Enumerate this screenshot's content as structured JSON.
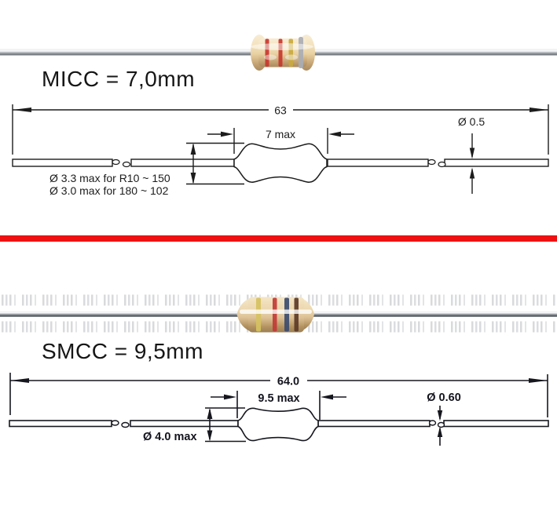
{
  "page": {
    "background": "#ffffff",
    "divider_color": "#ee1111"
  },
  "micc": {
    "title": "MICC = 7,0mm",
    "photo": {
      "body_color": "#ecd8b2",
      "bands": [
        "red",
        "red",
        "gold",
        "silver"
      ],
      "band_colors": [
        "#c8372f",
        "#c8372f",
        "#c9a93e",
        "#a9adb4"
      ]
    },
    "drawing": {
      "overall_length": "63",
      "body_length": "7 max",
      "lead_diameter": "Ø 0.5",
      "diameter_note_line1": "Ø 3.3 max for R10 ~ 150",
      "diameter_note_line2": "Ø 3.0 max for 180 ~ 102"
    }
  },
  "smcc": {
    "title": "SMCC = 9,5mm",
    "photo": {
      "body_color": "#e8d2a6",
      "bands": [
        "yellow",
        "red",
        "blue",
        "brown"
      ],
      "band_colors": [
        "#d6c161",
        "#c23b38",
        "#3c4c70",
        "#5c3b28"
      ]
    },
    "drawing": {
      "overall_length": "64.0",
      "body_length": "9.5 max",
      "lead_diameter": "Ø 0.60",
      "diameter_note": "Ø 4.0 max"
    }
  }
}
